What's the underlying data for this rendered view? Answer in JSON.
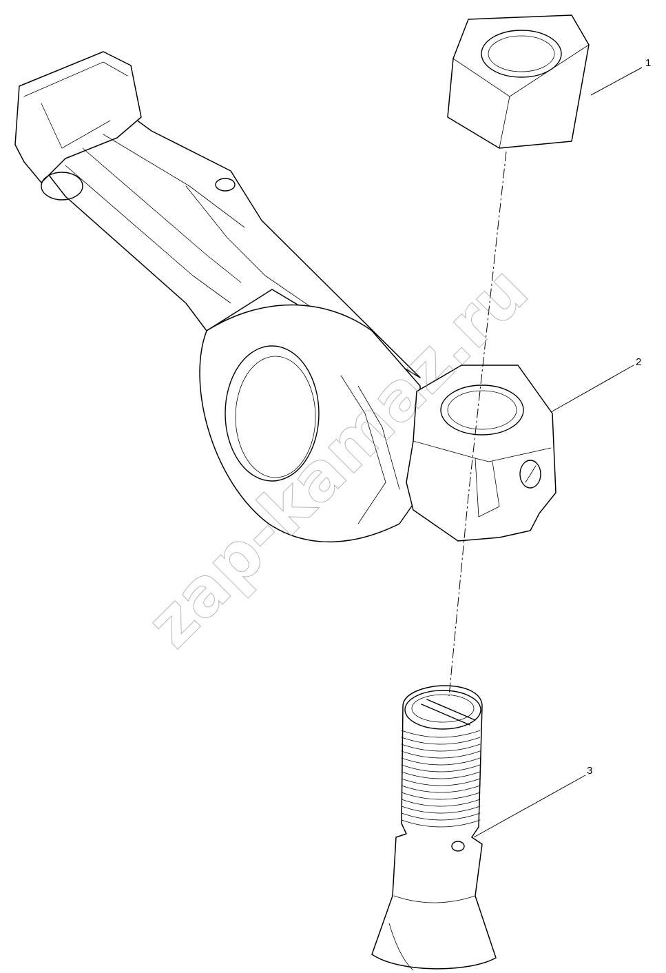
{
  "callouts": [
    {
      "id": "1",
      "label": "1"
    },
    {
      "id": "2",
      "label": "2"
    },
    {
      "id": "3",
      "label": "3"
    }
  ],
  "watermark": "zap-kamaz.ru"
}
